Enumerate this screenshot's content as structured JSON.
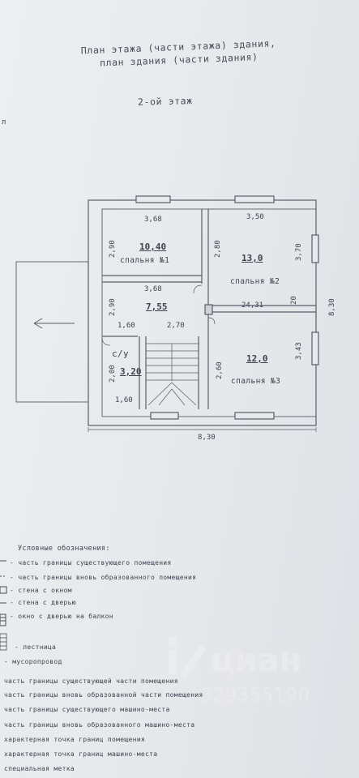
{
  "header": {
    "line1": "План этажа (части этажа) здания,",
    "line2": "план здания (части здания)",
    "floor": "2-ой этаж",
    "corner_mark": "л"
  },
  "plan": {
    "overall_width": "8,30",
    "overall_height": "8,30",
    "rooms": [
      {
        "name": "спальня №1",
        "area": "10,40",
        "w": "3,68",
        "h": "2,90"
      },
      {
        "name": "спальня №2",
        "area": "13,0",
        "w": "3,50",
        "h": "2,80",
        "h2": "3,70"
      },
      {
        "name": "",
        "area": "7,55",
        "w": "3,68",
        "h": "2,90",
        "w2": "2,70",
        "w3": "1,60"
      },
      {
        "name": "с/у",
        "area": "3,20",
        "w": "1,60",
        "h": "2,00"
      },
      {
        "name": "спальня №3",
        "area": "12,0",
        "h": "2,60",
        "h2": "3,43"
      }
    ],
    "balcony_label": "24,31",
    "balcony_h": "20"
  },
  "legend": {
    "heading": "Условные обозначения:",
    "items": [
      "- часть границы существующего помещения",
      "- часть границы вновь образованного помещения",
      "- стена с окном",
      "- стена с дверью",
      "- окно с дверью на балкон",
      "- лестница",
      "- мусоропровод",
      "часть границы существующей части помещения",
      "часть границы вновь образованной части помещения",
      "часть границы существующего машино-места",
      "часть границы вновь образованного машино-места",
      "характерная точка границ помещения",
      "характерная точка границ машино-места",
      "специальная метка"
    ]
  },
  "watermark": {
    "brand": "циан",
    "number": "329355190"
  }
}
